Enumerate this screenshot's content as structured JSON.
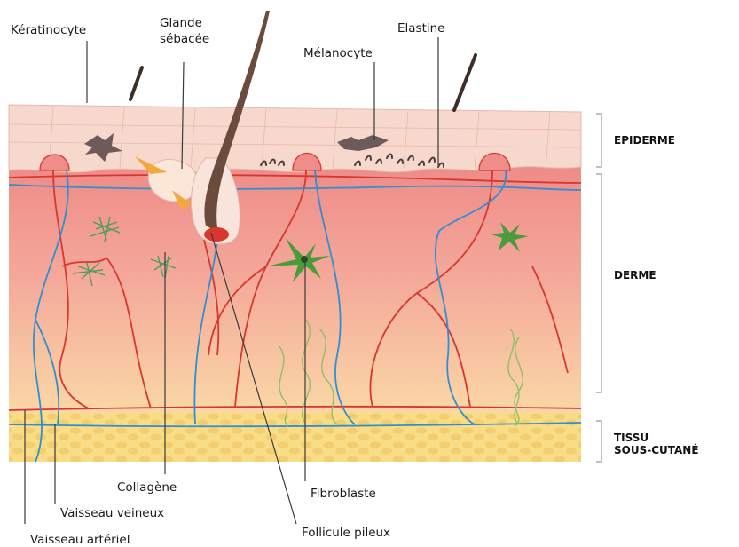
{
  "labels": {
    "keratinocyte": "Kératinocyte",
    "glande_line1": "Glande",
    "glande_line2": "sébacée",
    "elastine": "Elastine",
    "melanocyte": "Mélanocyte",
    "collagene": "Collagène",
    "vaisseau_veineux": "Vaisseau veineux",
    "vaisseau_arteriel": "Vaisseau artériel",
    "fibroblaste": "Fibroblaste",
    "follicule": "Follicule pileux"
  },
  "layers": {
    "epiderme": "EPIDERME",
    "derme": "DERME",
    "tissu_line1": "TISSU",
    "tissu_line2": "SOUS-CUTANÉ"
  },
  "colors": {
    "epidermis": "#f6d9cf",
    "dermis_top": "#f08f8c",
    "dermis_bottom": "#f9d3a0",
    "hypodermis": "#f8df8a",
    "artery": "#d9372e",
    "vein": "#2f8fd0",
    "collagen": "#4f9c5c",
    "elastin_fiber": "#8cc06a",
    "hair": "#6b4b3c",
    "melanocyte": "#6e5a58",
    "gland": "#fbe7d9",
    "fibroblast": "#4a9b3a"
  }
}
